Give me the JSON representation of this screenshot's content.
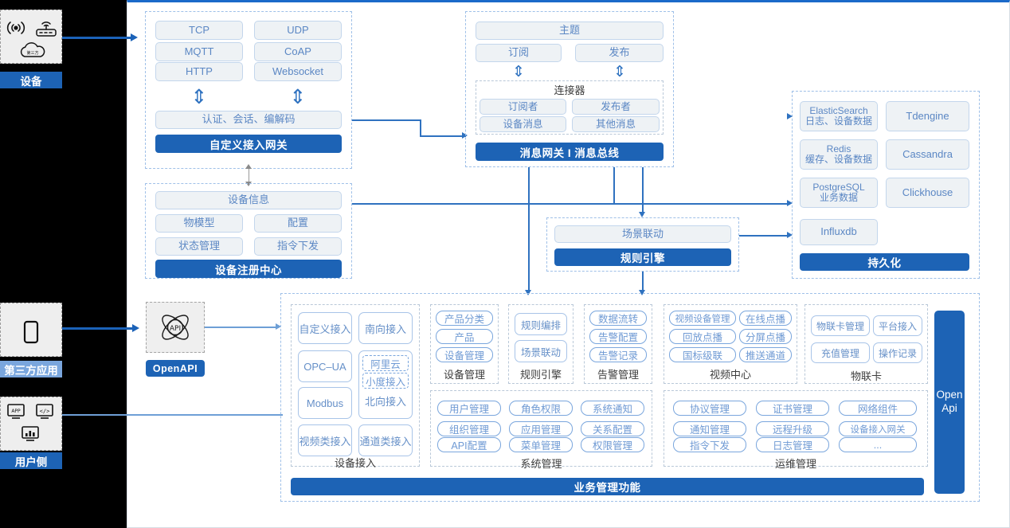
{
  "diagram": {
    "title": "IoT Platform Architecture",
    "colors": {
      "accent": "#1d63b5",
      "line": "#2f72c0",
      "cell_fill": "#eef2f5",
      "cell_border": "#c3d6ec",
      "rail": "#000000"
    }
  },
  "actors": [
    {
      "id": "device",
      "label": "设备",
      "icons": [
        "signal-icon",
        "router-icon",
        "cloud-icon"
      ]
    },
    {
      "id": "thirdparty",
      "label": "第三方应用",
      "icons": [
        "mobile-phone-icon"
      ]
    },
    {
      "id": "user",
      "label": "用户侧",
      "icons": [
        "app-icon",
        "code-icon",
        "dashboard-icon"
      ]
    }
  ],
  "openapi": {
    "label": "OpenAPI",
    "icon": "api-atom-icon"
  },
  "gateway": {
    "protocols": [
      "TCP",
      "UDP",
      "MQTT",
      "CoAP",
      "HTTP",
      "Websocket"
    ],
    "middle": "认证、会话、编解码",
    "bar": "自定义接入网关"
  },
  "registry": {
    "top": "设备信息",
    "items": [
      "物模型",
      "配置",
      "状态管理",
      "指令下发"
    ],
    "bar": "设备注册中心"
  },
  "messagebus": {
    "topic": "主题",
    "sub": "订阅",
    "pub": "发布",
    "connector_title": "连接器",
    "connector_items": [
      "订阅者",
      "发布者",
      "设备消息",
      "其他消息"
    ],
    "bar": "消息网关 I 消息总线"
  },
  "ruleengine": {
    "top": "场景联动",
    "bar": "规则引擎"
  },
  "persistence": {
    "stores": [
      {
        "name": "ElasticSearch",
        "desc": "日志、设备数据"
      },
      {
        "name": "Tdengine",
        "desc": ""
      },
      {
        "name": "Redis",
        "desc": "缓存、设备数据"
      },
      {
        "name": "Cassandra",
        "desc": ""
      },
      {
        "name": "PostgreSQL",
        "desc": "业务数据"
      },
      {
        "name": "Clickhouse",
        "desc": ""
      },
      {
        "name": "Influxdb",
        "desc": ""
      }
    ],
    "bar": "持久化"
  },
  "business": {
    "bar": "业务管理功能",
    "openapi_bar": "Open\nApi",
    "openapi_bar_line1": "Open",
    "openapi_bar_line2": "Api",
    "device_access": {
      "caption": "设备接入",
      "left": [
        "自定义接入",
        "OPC–UA",
        "Modbus",
        "视频类接入"
      ],
      "right_top": "南向接入",
      "northbound": {
        "items": [
          "阿里云",
          "小度接入"
        ],
        "label": "北向接入"
      },
      "right_bottom": "通道类接入"
    },
    "device_mgmt": {
      "caption": "设备管理",
      "items": [
        "产品分类",
        "产品",
        "设备管理"
      ]
    },
    "rule_engine": {
      "caption": "规则引擎",
      "items": [
        "规则编排",
        "场景联动"
      ]
    },
    "alarm_mgmt": {
      "caption": "告警管理",
      "items": [
        "数据流转",
        "告警配置",
        "告警记录"
      ]
    },
    "video_center": {
      "caption": "视频中心",
      "items": [
        "视频设备管理",
        "在线点播",
        "回放点播",
        "分屏点播",
        "国标级联",
        "推送通道"
      ]
    },
    "iot_card": {
      "caption": "物联卡",
      "items": [
        "物联卡管理",
        "平台接入",
        "充值管理",
        "操作记录"
      ]
    },
    "system_mgmt": {
      "caption": "系统管理",
      "items": [
        "用户管理",
        "角色权限",
        "系统通知",
        "组织管理",
        "应用管理",
        "关系配置",
        "API配置",
        "菜单管理",
        "权限管理"
      ]
    },
    "ops_mgmt": {
      "caption": "运维管理",
      "items": [
        "协议管理",
        "证书管理",
        "网络组件",
        "通知管理",
        "远程升级",
        "设备接入网关",
        "指令下发",
        "日志管理",
        "..."
      ]
    }
  }
}
